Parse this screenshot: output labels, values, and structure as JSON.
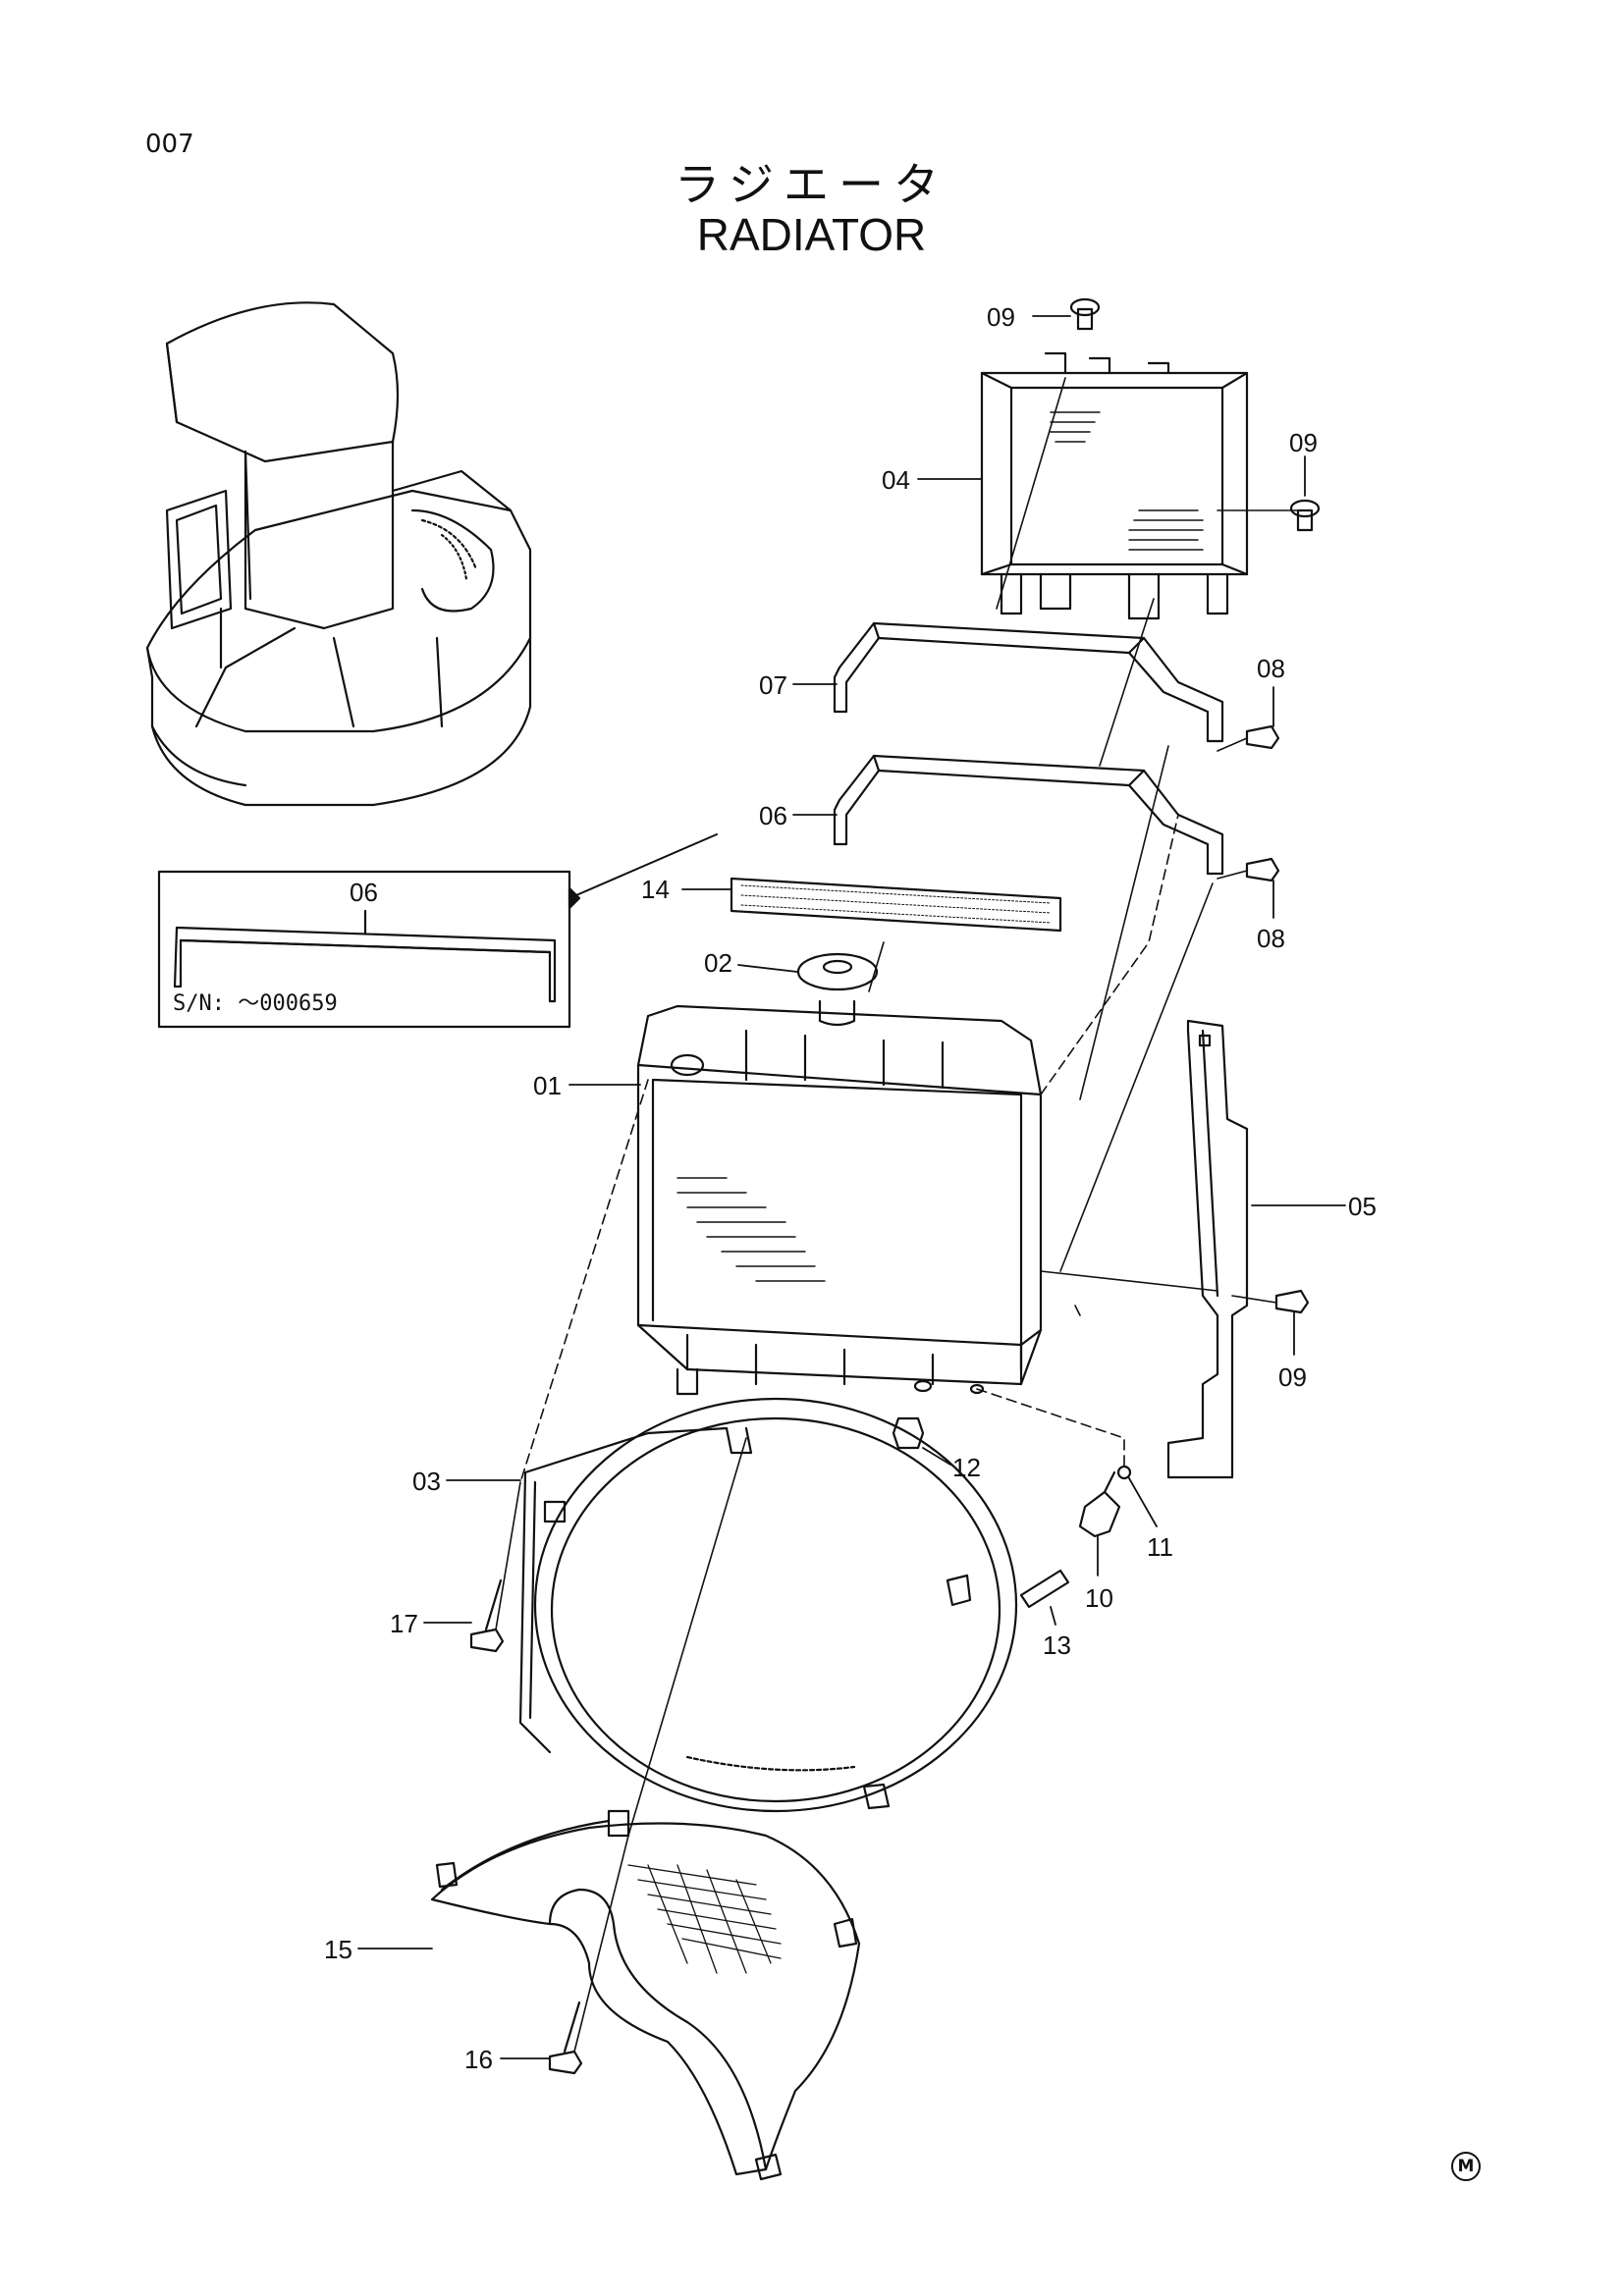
{
  "page_number": "007",
  "title_jp": "ラジエータ",
  "title_en": "RADIATOR",
  "inset": {
    "part": "06",
    "serial_label": "S/N:",
    "serial_range": "～000659"
  },
  "callouts": {
    "c01": "01",
    "c02": "02",
    "c03": "03",
    "c04": "04",
    "c05": "05",
    "c06": "06",
    "c07": "07",
    "c08a": "08",
    "c08b": "08",
    "c09a": "09",
    "c09b": "09",
    "c09c": "09",
    "c10": "10",
    "c11": "11",
    "c12": "12",
    "c13": "13",
    "c14": "14",
    "c15": "15",
    "c16": "16",
    "c17": "17"
  },
  "corner_mark": "M"
}
